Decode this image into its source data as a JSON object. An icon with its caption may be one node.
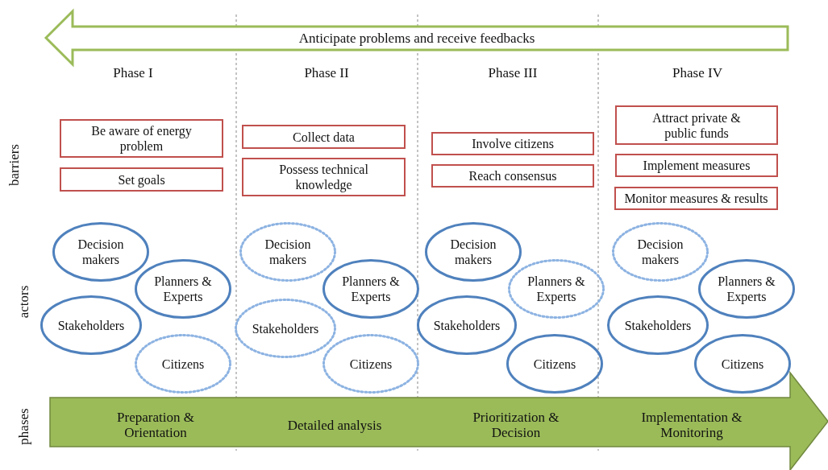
{
  "diagram": {
    "nodes": [
      {
        "text": [
          "Anticipate problems and receive feedbacks"
        ]
      },
      {
        "text": [
          "Be aware of energy problem"
        ]
      },
      {
        "text": [
          "Set goals"
        ]
      },
      {
        "text": [
          "Collect data"
        ]
      },
      {
        "text": [
          "Possess technical knowledge"
        ]
      },
      {
        "text": [
          "Involve citizens"
        ]
      },
      {
        "text": [
          "Reach consensus"
        ]
      },
      {
        "text": [
          "Attract private & public funds"
        ]
      },
      {
        "text": [
          "Implement measures"
        ]
      },
      {
        "text": [
          "Monitor measures & results"
        ]
      },
      {
        "text": [
          "Decision makers"
        ]
      },
      {
        "text": [
          "Planners & Experts"
        ]
      },
      {
        "text": [
          "Stakeholders"
        ]
      },
      {
        "text": [
          "Citizens"
        ]
      },
      {
        "text": [
          "Decision makers"
        ]
      },
      {
        "text": [
          "Planners & Experts"
        ]
      },
      {
        "text": [
          "Stakeholders"
        ]
      },
      {
        "text": [
          "Citizens"
        ]
      },
      {
        "text": [
          "Decision makers"
        ]
      },
      {
        "text": [
          "Planners & Experts"
        ]
      },
      {
        "text": [
          "Stakeholders"
        ]
      },
      {
        "text": [
          "Citizens"
        ]
      },
      {
        "text": [
          "Decision makers"
        ]
      },
      {
        "text": [
          "Planners & Experts"
        ]
      },
      {
        "text": [
          "Stakeholders"
        ]
      },
      {
        "text": [
          "Citizens"
        ]
      },
      {
        "text": [
          "Preparation & Orientation",
          "Detailed analysis",
          "Prioritization & Decision",
          "Implementation & Monitoring"
        ]
      }
    ],
    "labels": [
      "Phase I",
      "Phase II",
      "Phase III",
      "Phase IV",
      "barriers",
      "actors",
      "phases"
    ]
  }
}
